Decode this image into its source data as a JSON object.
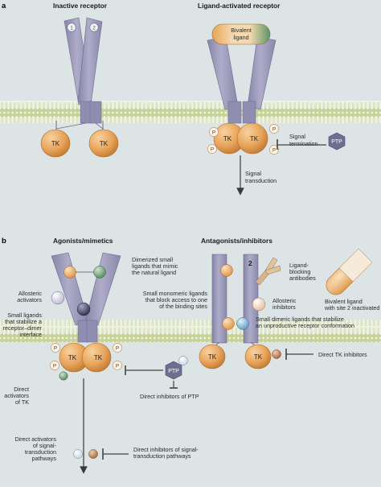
{
  "panels": {
    "a": {
      "letter": "a",
      "inactive_title": "Inactive receptor",
      "active_title": "Ligand-activated receptor",
      "site1": "1",
      "site2": "2",
      "bivalent_l1": "Bivalent",
      "bivalent_l2": "ligand",
      "tk": "TK",
      "p": "P",
      "signal_term_l1": "Signal",
      "signal_term_l2": "termination",
      "ptp": "PTP",
      "signal_trans_l1": "Signal",
      "signal_trans_l2": "transduction"
    },
    "b": {
      "letter": "b",
      "agonists_title": "Agonists/mimetics",
      "antagonists_title": "Antagonists/inhibitors",
      "dimerized_l1": "Dimerized small",
      "dimerized_l2": "ligands that mimic",
      "dimerized_l3": "the natural ligand",
      "allosteric_act_l1": "Allosteric",
      "allosteric_act_l2": "activators",
      "small_ligands_l1": "Small ligands",
      "small_ligands_l2": "that stabilize a",
      "small_ligands_l3": "receptor–dimer",
      "small_ligands_l4": "interface",
      "direct_act_tk_l1": "Direct",
      "direct_act_tk_l2": "activators",
      "direct_act_tk_l3": "of TK",
      "direct_inh_ptp": "Direct inhibitors of PTP",
      "direct_act_sig_l1": "Direct activators",
      "direct_act_sig_l2": "of signal-",
      "direct_act_sig_l3": "transduction",
      "direct_act_sig_l4": "pathways",
      "direct_inh_sig_l1": "Direct inhibitors of signal-",
      "direct_inh_sig_l2": "transduction pathways",
      "site2": "2",
      "ligand_block_l1": "Ligand-",
      "ligand_block_l2": "blocking",
      "ligand_block_l3": "antibodies",
      "bivalent_l1": "Bivalent ligand",
      "bivalent_l2": "with site 2 inactivated",
      "monomeric_l1": "Small monomeric ligands",
      "monomeric_l2": "that block access to one",
      "monomeric_l3": "of the binding sites",
      "allosteric_inh_l1": "Allosteric",
      "allosteric_inh_l2": "inhibitors",
      "dimeric_l1": "Small dimeric ligands that stabilize",
      "dimeric_l2": "an unproductive receptor conformation",
      "direct_tk_inh": "Direct TK inhibitors",
      "tk": "TK",
      "p": "P",
      "ptp": "PTP"
    }
  },
  "colors": {
    "receptor": "#9a98b8",
    "tk": "#e8a45a",
    "membrane_head": "#c9d59a",
    "ptp": "#6e6e92",
    "ligand_green": "#4f8a5c",
    "ligand_orange": "#e9a85a"
  }
}
